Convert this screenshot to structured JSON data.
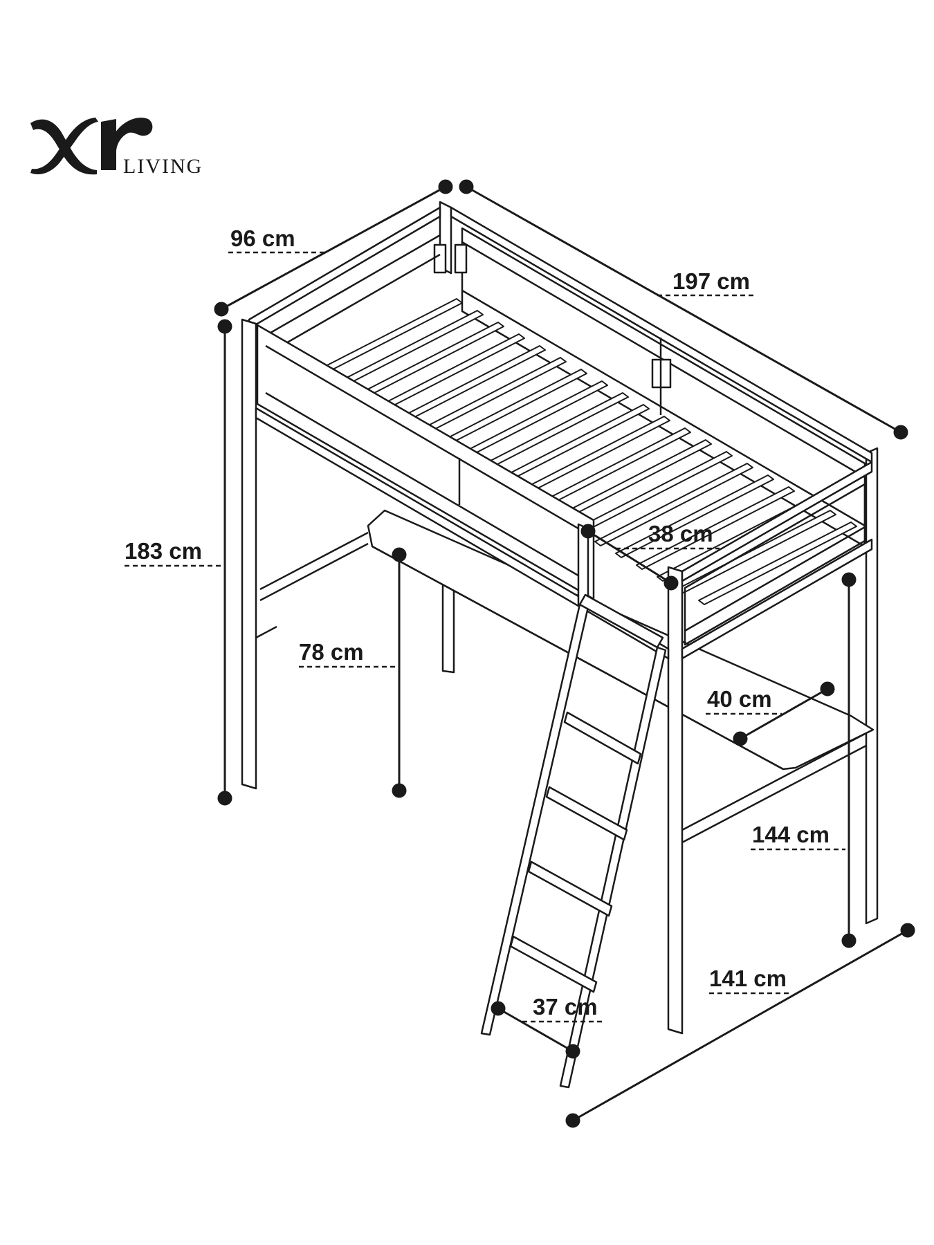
{
  "brand": {
    "mark": "XR",
    "word": "LIVING"
  },
  "colors": {
    "ink": "#1a1a1a",
    "paper": "#ffffff"
  },
  "dimensions": {
    "width_top": "96 cm",
    "length": "197 cm",
    "total_height": "183 cm",
    "desk_height": "78 cm",
    "guardrail_opening": "38 cm",
    "desk_depth": "40 cm",
    "bed_underside_height": "144 cm",
    "footprint_width": "141 cm",
    "ladder_width": "37 cm"
  }
}
